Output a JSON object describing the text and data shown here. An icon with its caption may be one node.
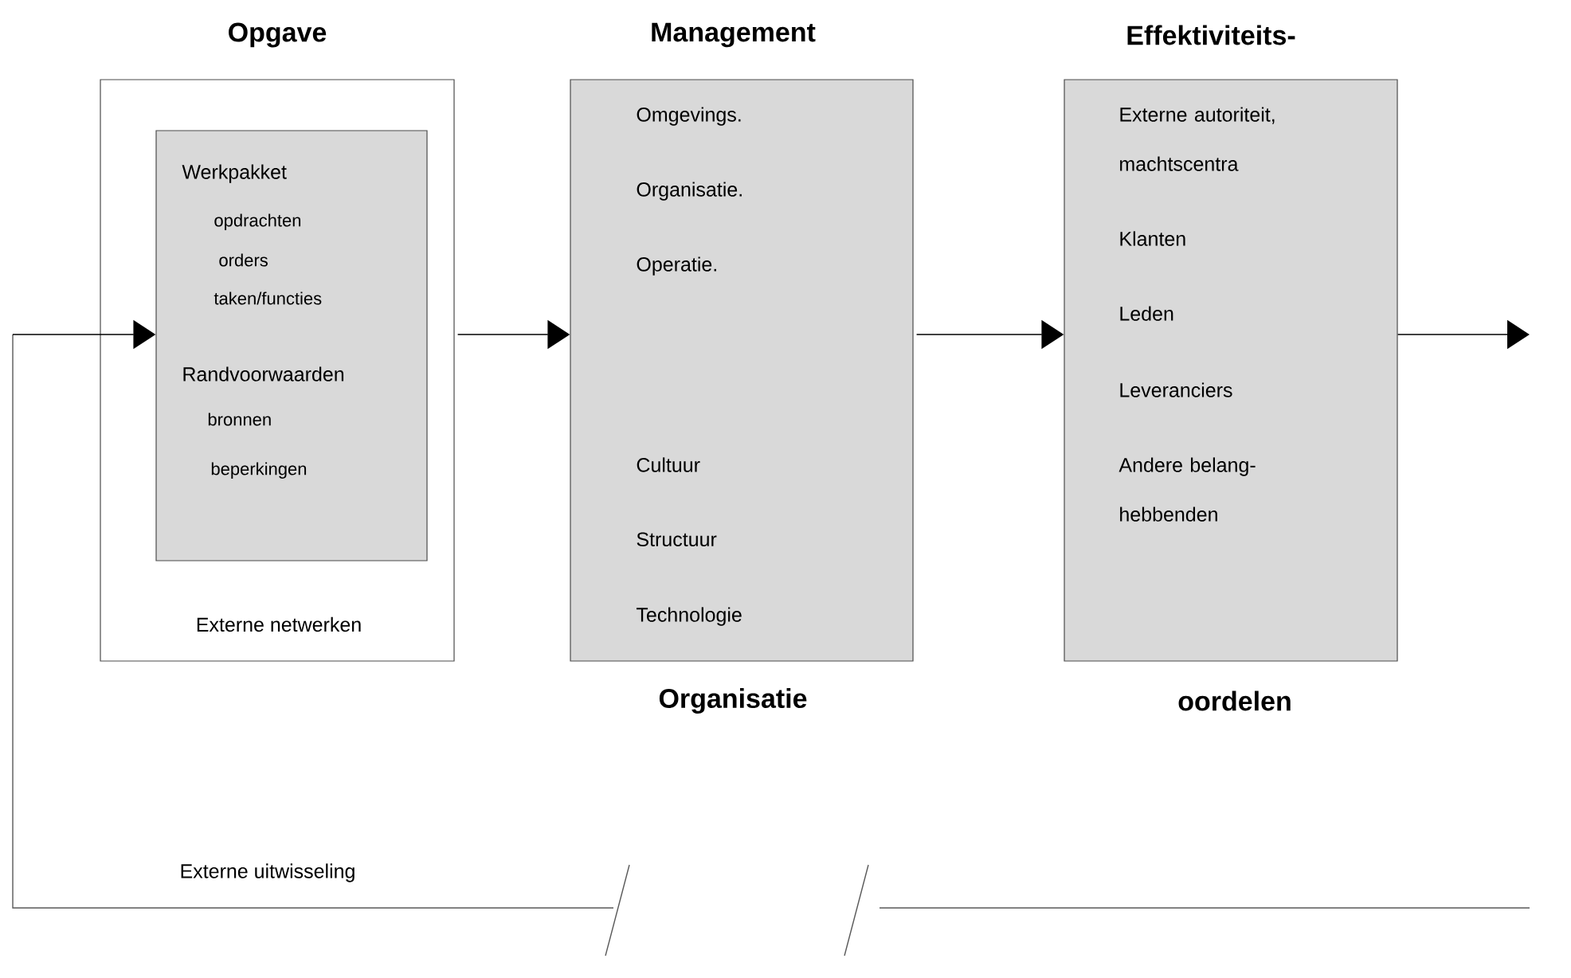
{
  "diagram": {
    "nodes": [
      {
        "text": [
          "Opgave",
          "Externe netwerken"
        ]
      },
      {
        "text": [
          "Werkpakket",
          "opdrachten",
          "orders",
          "taken/functies",
          "Randvoorwaarden",
          "bronnen",
          "beperkingen"
        ],
        "in": 0
      },
      {
        "text": [
          "Management",
          "Omgevings.",
          "Organisatie.",
          "Operatie.",
          "Cultuur",
          "Structuur",
          "Technologie",
          "Organisatie"
        ]
      },
      {
        "text": [
          "Effektiviteits-",
          "Externe autoriteit, machtscentra",
          "Klanten",
          "Leden",
          "Leveranciers",
          "Andere belang- hebbenden",
          "oordelen"
        ]
      }
    ],
    "edges": [
      {
        "from": null,
        "to": 1,
        "arrow": "to"
      },
      {
        "from": 0,
        "to": 2,
        "arrow": "to"
      },
      {
        "from": 2,
        "to": 3,
        "arrow": "to"
      },
      {
        "from": 3,
        "to": null,
        "arrow": "to"
      }
    ],
    "labels": [
      "Externe uitwisseling"
    ]
  }
}
